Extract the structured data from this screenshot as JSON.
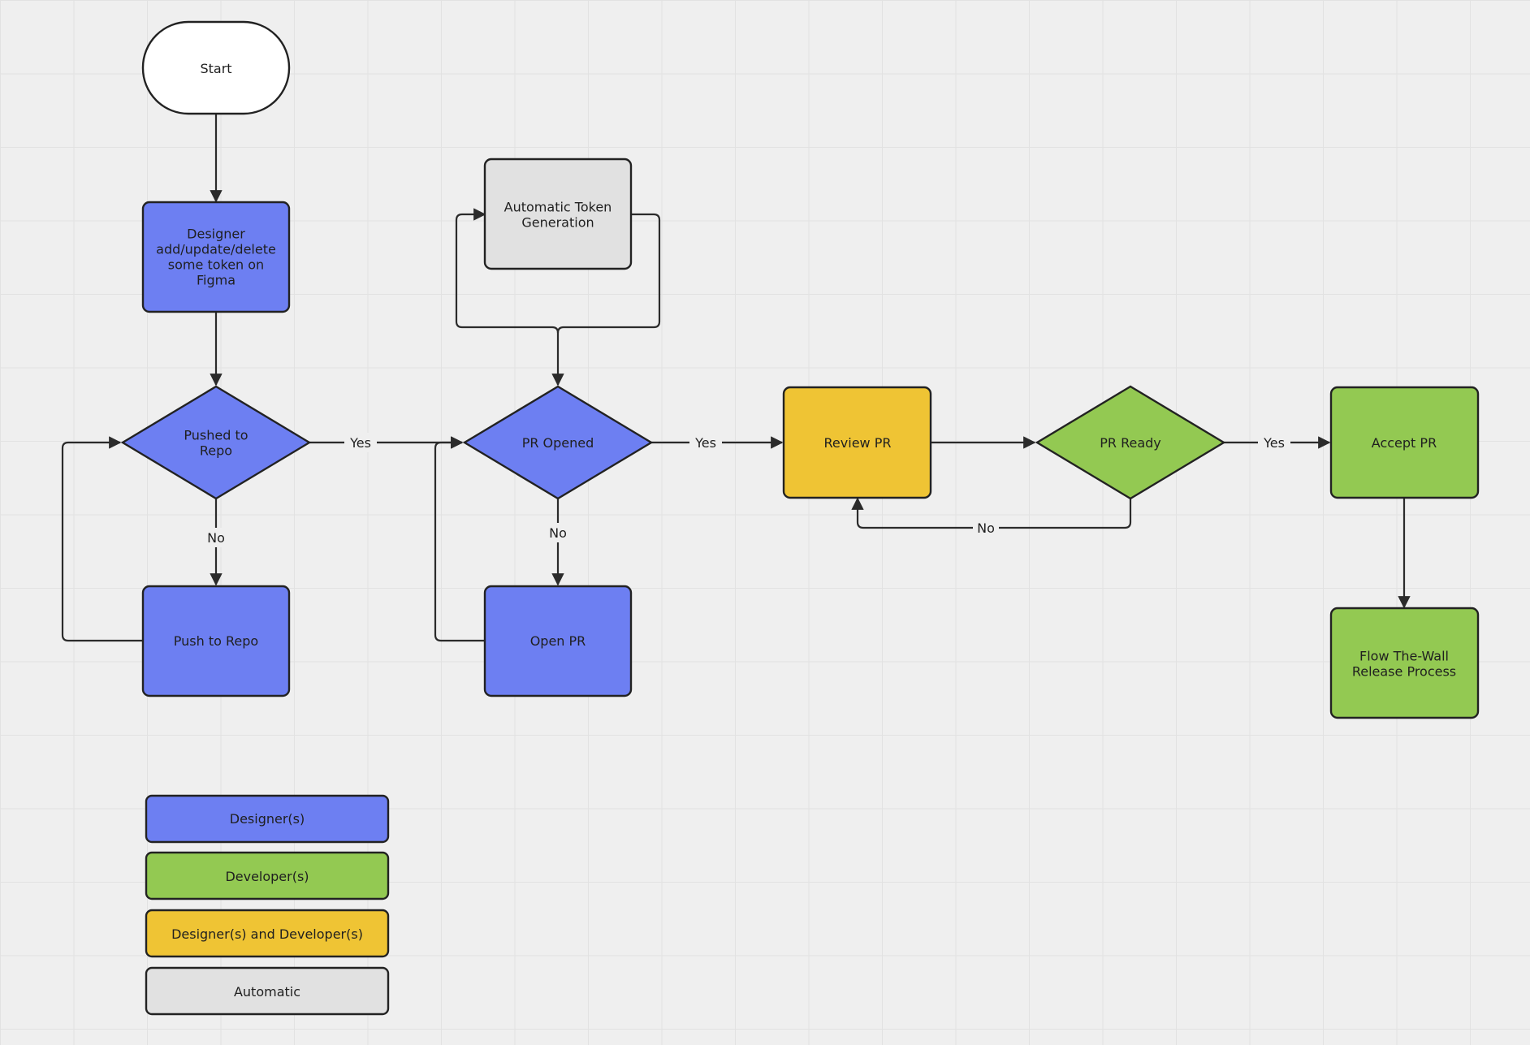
{
  "colors": {
    "designer": "#6d7ff2",
    "developer": "#93c952",
    "both": "#efc434",
    "automatic": "#e1e1e1",
    "start": "#ffffff",
    "stroke": "#222222"
  },
  "nodes": {
    "start": {
      "lines": [
        "Start"
      ]
    },
    "designer_edit": {
      "lines": [
        "Designer",
        "add/update/delete",
        "some token on",
        "Figma"
      ]
    },
    "pushed_to_repo": {
      "lines": [
        "Pushed to",
        "Repo"
      ]
    },
    "push_to_repo": {
      "lines": [
        "Push to Repo"
      ]
    },
    "auto_token": {
      "lines": [
        "Automatic Token",
        "Generation"
      ]
    },
    "pr_opened": {
      "lines": [
        "PR Opened"
      ]
    },
    "open_pr": {
      "lines": [
        "Open PR"
      ]
    },
    "review_pr": {
      "lines": [
        "Review PR"
      ]
    },
    "pr_ready": {
      "lines": [
        "PR Ready"
      ]
    },
    "accept_pr": {
      "lines": [
        "Accept PR"
      ]
    },
    "release": {
      "lines": [
        "Flow The-Wall",
        "Release Process"
      ]
    }
  },
  "edge_labels": {
    "pushed_yes": "Yes",
    "pushed_no": "No",
    "opened_yes": "Yes",
    "opened_no": "No",
    "ready_yes": "Yes",
    "ready_no": "No"
  },
  "legend": [
    {
      "label": "Designer(s)",
      "color": "#6d7ff2"
    },
    {
      "label": "Developer(s)",
      "color": "#93c952"
    },
    {
      "label": "Designer(s) and Developer(s)",
      "color": "#efc434"
    },
    {
      "label": "Automatic",
      "color": "#e1e1e1"
    }
  ]
}
